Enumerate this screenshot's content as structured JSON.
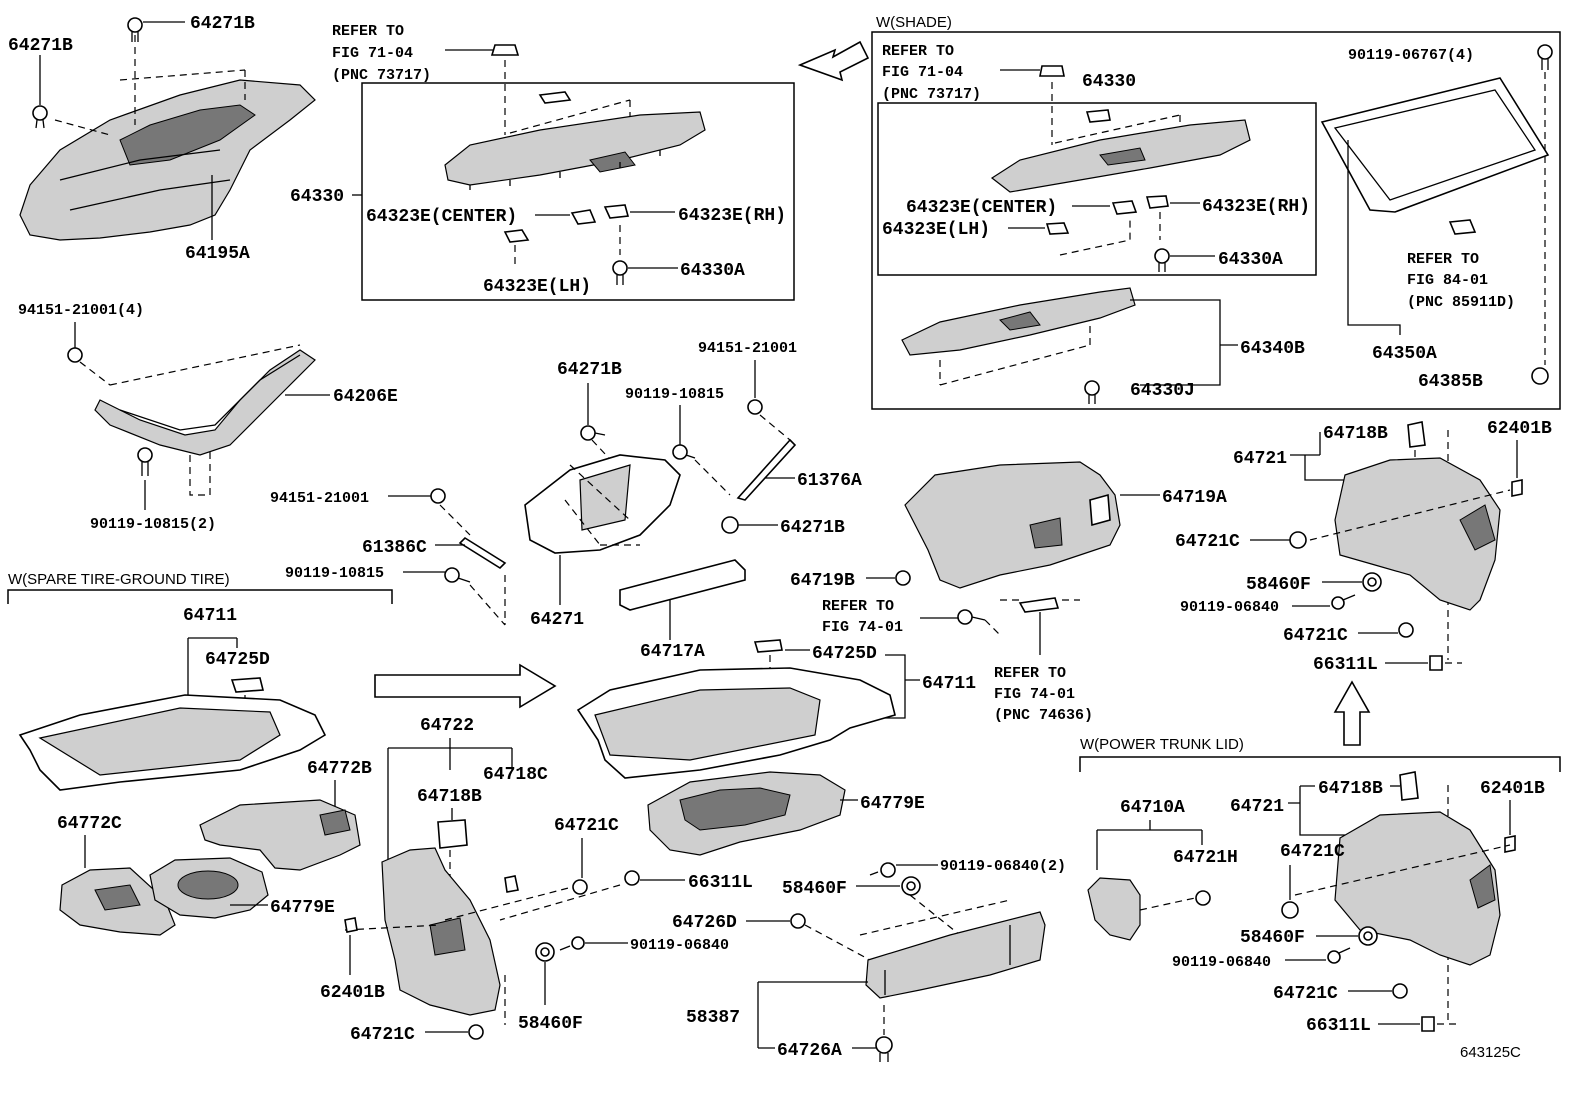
{
  "labels": {
    "l_64271B_a": "64271B",
    "l_64271B_b": "64271B",
    "l_64195A": "64195A",
    "l_refer_7104_a": "REFER TO",
    "l_refer_7104_b": "FIG 71-04",
    "l_refer_7104_c": "(PNC 73717)",
    "l_64330": "64330",
    "l_64323E_center": "64323E(CENTER)",
    "l_64323E_rh": "64323E(RH)",
    "l_64323E_lh": "64323E(LH)",
    "l_64330A": "64330A",
    "l_94151_4": "94151-21001(4)",
    "l_64206E": "64206E",
    "l_90119_10815_2": "90119-10815(2)",
    "l_94151_b": "94151-21001",
    "l_61386C": "61386C",
    "l_90119_10815_b": "90119-10815",
    "l_64271B_c": "64271B",
    "l_90119_10815_c": "90119-10815",
    "l_94151_c": "94151-21001",
    "l_61376A": "61376A",
    "l_64271B_d": "64271B",
    "l_64271": "64271",
    "l_64717A": "64717A",
    "l_64725D_mid": "64725D",
    "l_64711_mid": "64711",
    "l_64779E_mid": "64779E",
    "l_shade_hdr": "W(SHADE)",
    "l_s_refer_a": "REFER TO",
    "l_s_refer_b": "FIG 71-04",
    "l_s_refer_c": "(PNC 73717)",
    "l_s_64330": "64330",
    "l_s_64323E_center": "64323E(CENTER)",
    "l_s_64323E_rh": "64323E(RH)",
    "l_s_64323E_lh": "64323E(LH)",
    "l_s_64330A": "64330A",
    "l_s_64340B": "64340B",
    "l_s_64330J": "64330J",
    "l_s_90119_06767": "90119-06767(4)",
    "l_s_refer8401_a": "REFER TO",
    "l_s_refer8401_b": "FIG 84-01",
    "l_s_refer8401_c": "(PNC 85911D)",
    "l_s_64350A": "64350A",
    "l_s_64385B": "64385B",
    "l_64719A": "64719A",
    "l_64719B": "64719B",
    "l_refer7401a_a": "REFER TO",
    "l_refer7401a_b": "FIG 74-01",
    "l_refer7401b_a": "REFER TO",
    "l_refer7401b_b": "FIG 74-01",
    "l_refer7401b_c": "(PNC 74636)",
    "l_r_64718B": "64718B",
    "l_r_64721": "64721",
    "l_r_62401B": "62401B",
    "l_r_64721C_a": "64721C",
    "l_r_58460F": "58460F",
    "l_r_90119_06840": "90119-06840",
    "l_r_64721C_b": "64721C",
    "l_r_66311L": "66311L",
    "l_spare_hdr": "W(SPARE TIRE-GROUND TIRE)",
    "l_sp_64711": "64711",
    "l_sp_64725D": "64725D",
    "l_sp_64772B": "64772B",
    "l_sp_64772C": "64772C",
    "l_sp_64779E": "64779E",
    "l_64722": "64722",
    "l_64718B_mid": "64718B",
    "l_64718C": "64718C",
    "l_64721C_mid_a": "64721C",
    "l_66311L_mid": "66311L",
    "l_90119_06840_mid": "90119-06840",
    "l_62401B_mid": "62401B",
    "l_58460F_mid": "58460F",
    "l_64721C_mid_b": "64721C",
    "l_90119_06840_2": "90119-06840(2)",
    "l_58460F_bot": "58460F",
    "l_64726D": "64726D",
    "l_58387": "58387",
    "l_64726A": "64726A",
    "l_ptl_hdr": "W(POWER TRUNK LID)",
    "l_p_64710A": "64710A",
    "l_p_64721H": "64721H",
    "l_p_64718B": "64718B",
    "l_p_64721": "64721",
    "l_p_62401B": "62401B",
    "l_p_64721C_a": "64721C",
    "l_p_58460F": "58460F",
    "l_p_90119_06840": "90119-06840",
    "l_p_64721C_b": "64721C",
    "l_p_66311L": "66311L",
    "l_code": "643125C"
  }
}
